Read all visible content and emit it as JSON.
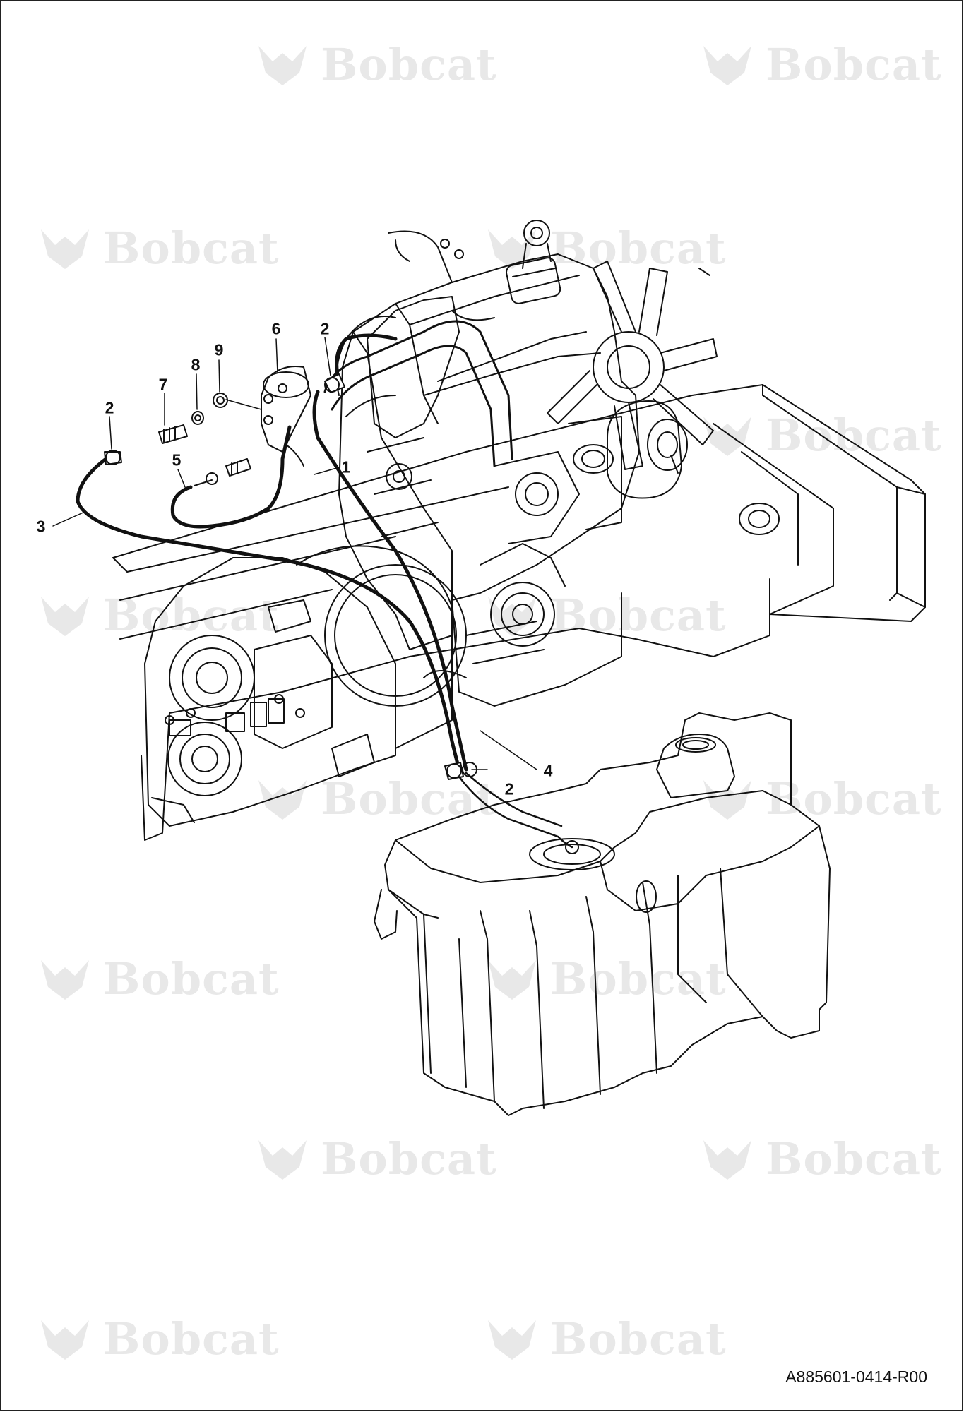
{
  "watermark": {
    "text": "Bobcat"
  },
  "callouts": [
    {
      "id": "c1",
      "label": "1"
    },
    {
      "id": "c2a",
      "label": "2"
    },
    {
      "id": "c2b",
      "label": "2"
    },
    {
      "id": "c2c",
      "label": "2"
    },
    {
      "id": "c3",
      "label": "3"
    },
    {
      "id": "c4",
      "label": "4"
    },
    {
      "id": "c5",
      "label": "5"
    },
    {
      "id": "c6",
      "label": "6"
    },
    {
      "id": "c7",
      "label": "7"
    },
    {
      "id": "c8",
      "label": "8"
    },
    {
      "id": "c9",
      "label": "9"
    }
  ],
  "drawing_id": "A885601-0414-R00",
  "colors": {
    "line": "#111111",
    "watermark": "#555555"
  }
}
